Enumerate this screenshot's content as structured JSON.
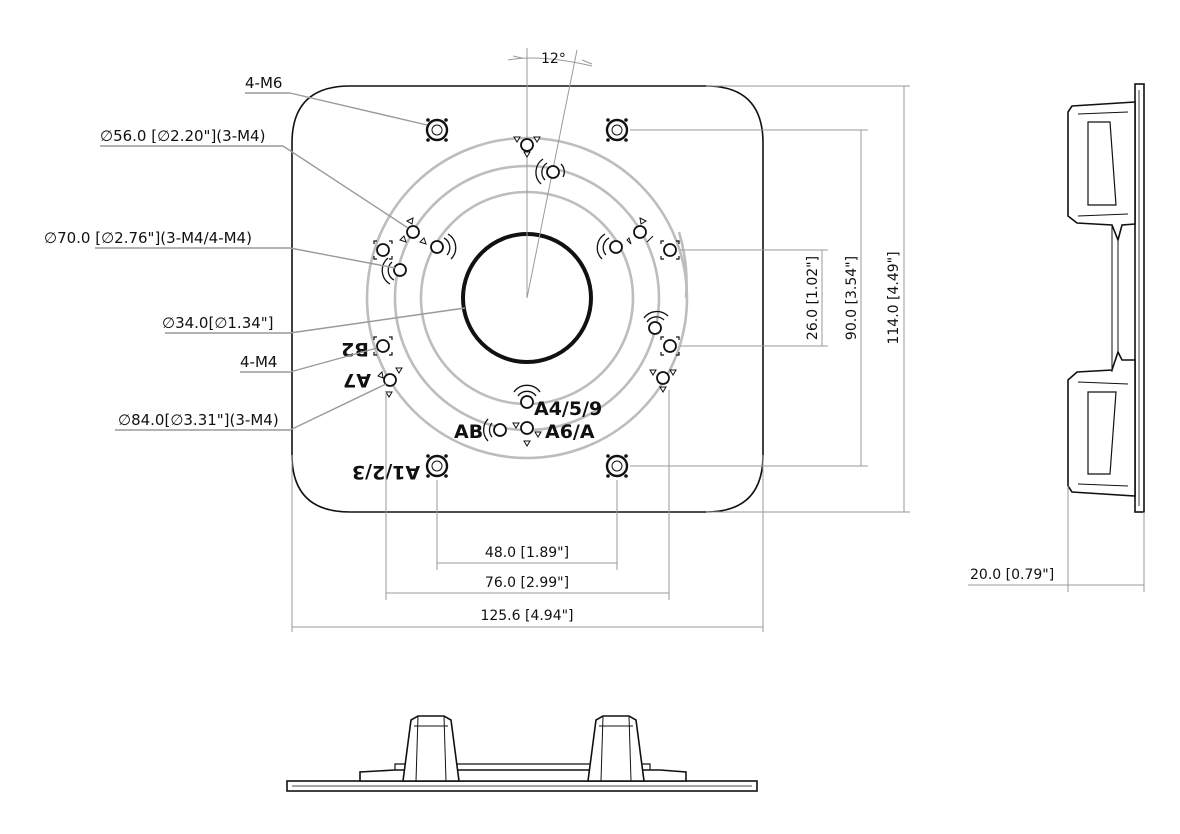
{
  "drawing": {
    "angle": "12°",
    "callouts": {
      "screws_4m6": "4-M6",
      "dia56": "∅56.0 [∅2.20\"](3-M4)",
      "dia70": "∅70.0 [∅2.76\"](3-M4/4-M4)",
      "dia34": "∅34.0[∅1.34\"]",
      "screws_4m4": "4-M4",
      "dia84": "∅84.0[∅3.31\"](3-M4)"
    },
    "dimensions": {
      "d48": "48.0 [1.89\"]",
      "d76": "76.0 [2.99\"]",
      "d125": "125.6 [4.94\"]",
      "d26": "26.0 [1.02\"]",
      "d90": "90.0 [3.54\"]",
      "d114": "114.0 [4.49\"]",
      "d20": "20.0 [0.79\"]"
    },
    "hole_marks": {
      "a459": "A4/5/9",
      "a6a": "A6/A",
      "ab": "AB",
      "a123": "A1/2/3",
      "a7": "A7",
      "b2": "B2"
    }
  }
}
